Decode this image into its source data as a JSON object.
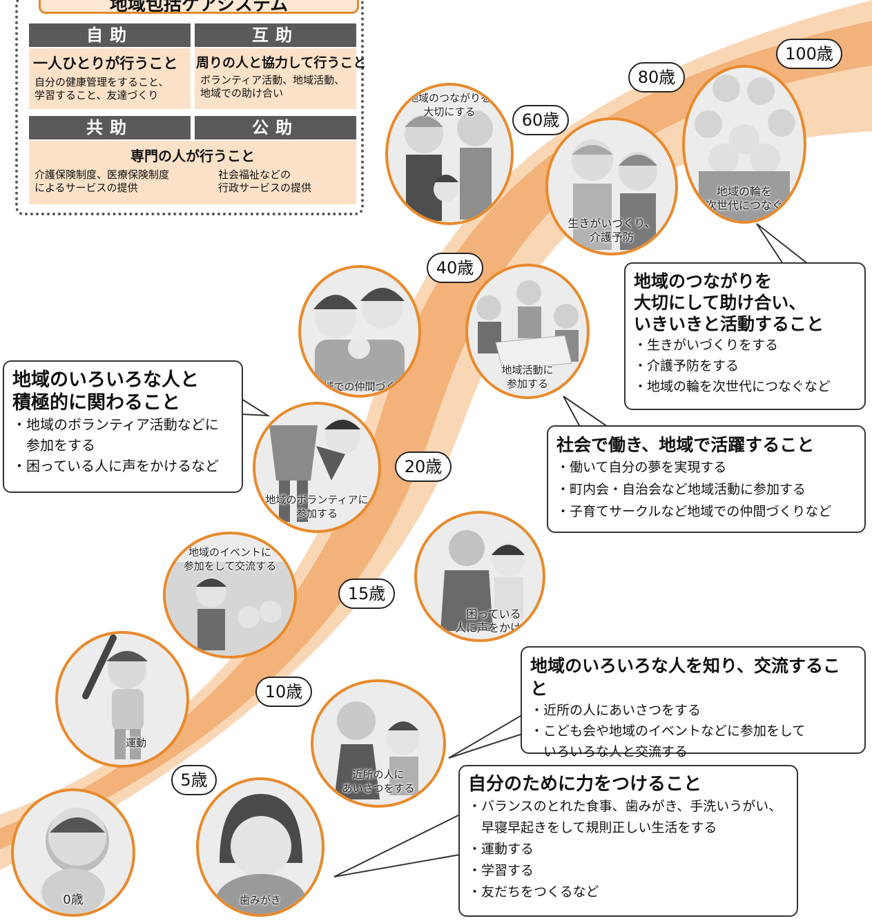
{
  "legend": {
    "title": "地域包括ケアシステム",
    "jijo": {
      "header": "自助",
      "heading": "一人ひとりが行うこと",
      "body": "自分の健康管理をすること、\n学習すること、友達づくり"
    },
    "gojo": {
      "header": "互助",
      "heading": "周りの人と協力して行うこと",
      "body": "ボランティア活動、地域活動、\n地域での助け合い"
    },
    "kyojo": {
      "header": "共助",
      "body": "介護保険制度、医療保険制度\nによるサービスの提供"
    },
    "kojo": {
      "header": "公助",
      "body": "社会福祉などの\n行政サービスの提供"
    },
    "shared_heading": "専門の人が行うこと"
  },
  "ages": [
    "0歳",
    "5歳",
    "10歳",
    "15歳",
    "20歳",
    "40歳",
    "60歳",
    "80歳",
    "100歳"
  ],
  "scenes": {
    "baby": "",
    "teeth": "歯みがき",
    "baseball": "運動",
    "greet": "近所の人に\nあいさつをする",
    "event": "地域のイベントに\n参加をして交流する",
    "help": "困っている\n人に声をかける",
    "volunteer": "地域のボランティアに\n参加する",
    "family": "地域での仲間づくり",
    "meeting": "地域活動に\n参加する",
    "bond": "地域のつながりを\n大切にする",
    "elderly": "生きがいづくり、\n介護予防",
    "generations": "地域の輪を\n次世代につなぐ"
  },
  "bubbles": {
    "self": {
      "heading": "自分のために力をつけること",
      "items": [
        "・バランスのとれた食事、歯みがき、手洗いうがい、\n　早寝早起きをして規則正しい生活をする",
        "・運動する",
        "・学習する",
        "・友だちをつくるなど"
      ]
    },
    "know": {
      "heading": "地域のいろいろな人を知り、交流すること",
      "items": [
        "・近所の人にあいさつをする",
        "・こども会や地域のイベントなどに参加をして\n　いろいろな人と交流する"
      ]
    },
    "engage": {
      "heading": "地域のいろいろな人と\n積極的に関わること",
      "items": [
        "・地域のボランティア活動などに\n　参加をする",
        "・困っている人に声をかけるなど"
      ]
    },
    "work": {
      "heading": "社会で働き、地域で活躍すること",
      "items": [
        "・働いて自分の夢を実現する",
        "・町内会・自治会など地域活動に参加する",
        "・子育てサークルなど地域での仲間づくりなど"
      ]
    },
    "elder": {
      "heading": "地域のつながりを\n大切にして助け合い、\nいきいきと活動すること",
      "items": [
        "・生きがいづくりをする",
        "・介護予防をする",
        "・地域の輪を次世代につなぐなど"
      ]
    }
  },
  "colors": {
    "accent": "#e88a2c",
    "road": "#f2b27a",
    "road_light": "#f9d6b4",
    "cell_bg": "#fbe1c8",
    "header_bg": "#5a5a5a"
  }
}
